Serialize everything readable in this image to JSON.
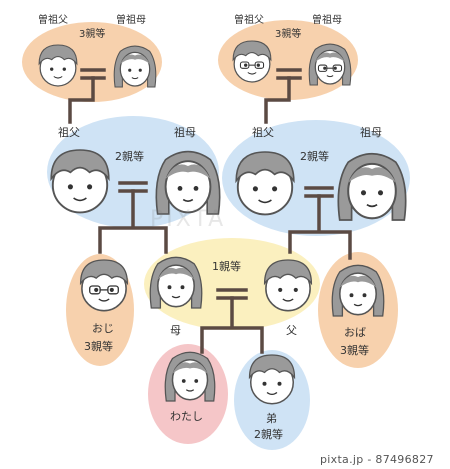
{
  "colors": {
    "orange_bg": "#f7d1ad",
    "blue_bg": "#cfe3f5",
    "yellow_bg": "#fbf0bf",
    "pink_bg": "#f5c6c8",
    "line": "#5b4a43",
    "hair": "#8f8f8f",
    "skin": "#ffffff"
  },
  "labels": {
    "ggf_left": "曽祖父",
    "ggm_left": "曽祖母",
    "deg3_left": "3親等",
    "ggf_right": "曽祖父",
    "ggm_right": "曽祖母",
    "deg3_right": "3親等",
    "gf_left": "祖父",
    "gm_left": "祖母",
    "deg2_left": "2親等",
    "gf_right": "祖父",
    "gm_right": "祖母",
    "deg2_right": "2親等",
    "deg1": "1親等",
    "uncle": "おじ",
    "uncle_deg": "3親等",
    "mother": "母",
    "father": "父",
    "aunt": "おば",
    "aunt_deg": "3親等",
    "me": "わたし",
    "brother": "弟",
    "brother_deg": "2親等"
  },
  "watermark": {
    "id_text": "pixta.jp - 87496827",
    "logo": "PIXTA"
  }
}
